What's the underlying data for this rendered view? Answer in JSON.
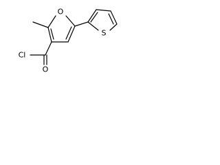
{
  "molecule": {
    "atoms": {
      "furan_oxygen": "O",
      "thiophene_sulfur": "S",
      "acyl_chlorine": "Cl",
      "carbonyl_oxygen": "O"
    }
  }
}
